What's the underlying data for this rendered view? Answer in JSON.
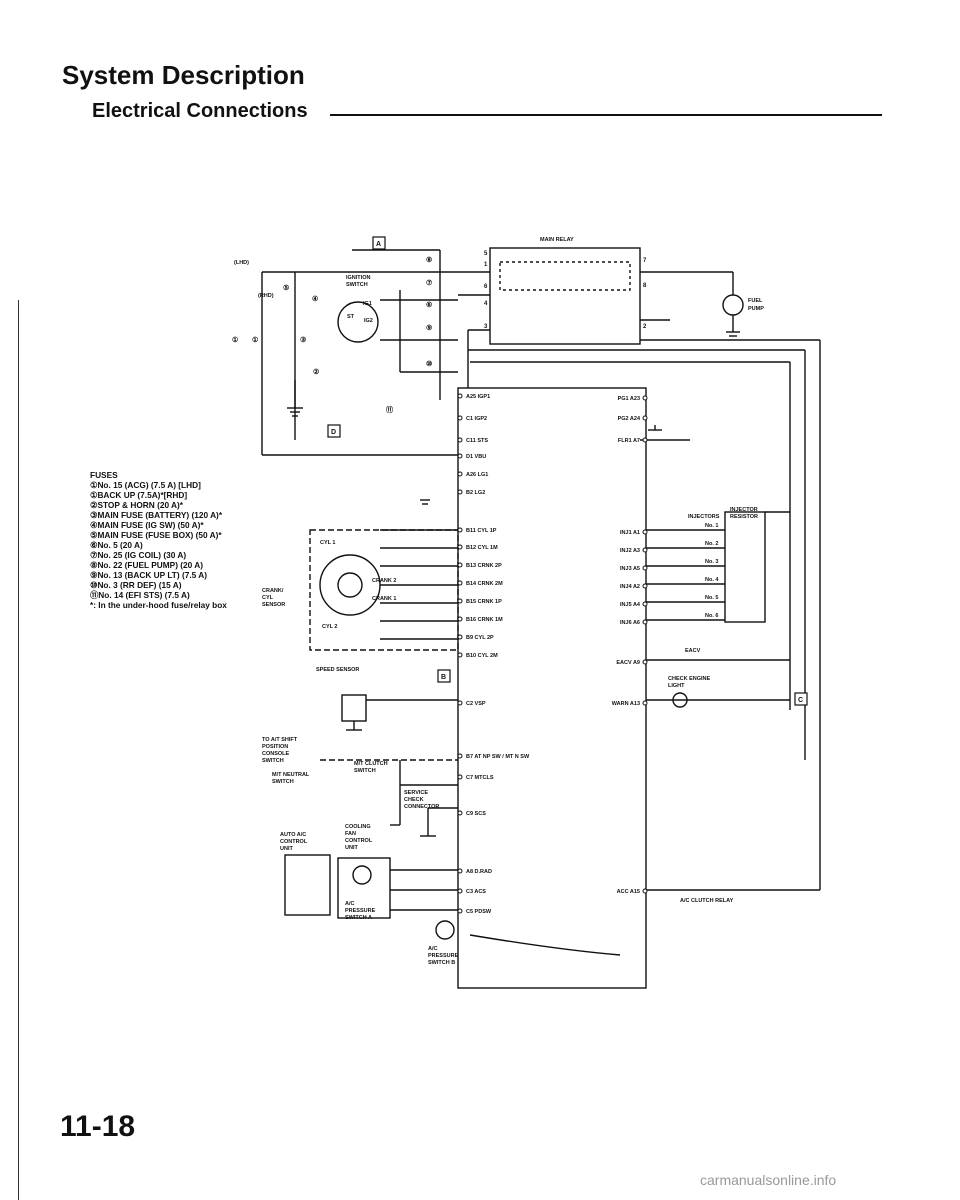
{
  "header": {
    "title": "System Description",
    "subtitle": "Electrical Connections"
  },
  "page_number": "11-18",
  "watermark": "carmanualsonline.info",
  "fuses": {
    "heading": "FUSES",
    "items": [
      "①No. 15 (ACG) (7.5 A) [LHD]",
      "①BACK UP (7.5A)*[RHD]",
      "②STOP & HORN (20 A)*",
      "③MAIN FUSE (BATTERY) (120 A)*",
      "④MAIN FUSE (IG SW) (50 A)*",
      "⑤MAIN FUSE (FUSE BOX) (50 A)*",
      "⑥No. 5 (20 A)",
      "⑦No. 25 (IG COIL) (30 A)",
      "⑧No. 22 (FUEL PUMP) (20 A)",
      "⑨No. 13 (BACK UP LT) (7.5 A)",
      "⑩No. 3 (RR DEF) (15 A)",
      "⑪No. 14 (EFI STS) (7.5 A)",
      "*: In the under-hood fuse/relay box"
    ]
  },
  "labels": {
    "lhd": "(LHD)",
    "rhd": "(RHD)",
    "ignition_switch": [
      "IGNITION",
      "SWITCH"
    ],
    "ig1": "IG1",
    "ig2": "IG2",
    "st": "ST",
    "main_relay": "MAIN RELAY",
    "fuel_pump": [
      "FUEL",
      "PUMP"
    ],
    "relay_pins": [
      "5",
      "1",
      "6",
      "4",
      "3",
      "7",
      "8",
      "2"
    ],
    "box_a": "A",
    "box_b": "B",
    "box_c": "C",
    "box_d": "D",
    "fuse_nums": [
      "⑧",
      "⑦",
      "⑥",
      "④",
      "⑤",
      "⑨",
      "③",
      "②",
      "①",
      "①",
      "⑩",
      "⑪"
    ],
    "cyl1": "CYL 1",
    "cyl2": "CYL 2",
    "crank1": "CRANK 1",
    "crank2": "CRANK 2",
    "crank_sensor": [
      "CRANK/",
      "CYL",
      "SENSOR"
    ],
    "injectors": "INJECTORS",
    "injector_resistor": [
      "INJECTOR",
      "RESISTOR"
    ],
    "inj_nos": [
      "No. 1",
      "No. 2",
      "No. 3",
      "No. 4",
      "No. 5",
      "No. 6"
    ],
    "eacv": "EACV",
    "check_engine": [
      "CHECK ENGINE",
      "LIGHT"
    ],
    "speed_sensor": "SPEED SENSOR",
    "at_shift": [
      "TO A/T SHIFT",
      "POSITION",
      "CONSOLE",
      "SWITCH"
    ],
    "mt_clutch": [
      "M/T CLUTCH",
      "SWITCH"
    ],
    "mt_neutral": [
      "M/T NEUTRAL",
      "SWITCH"
    ],
    "service_check": [
      "SERVICE",
      "CHECK",
      "CONNECTOR"
    ],
    "cooling_fan": [
      "COOLING",
      "FAN",
      "CONTROL",
      "UNIT"
    ],
    "auto_ac": [
      "AUTO A/C",
      "CONTROL",
      "UNIT"
    ],
    "ac_pressure_a": [
      "A/C",
      "PRESSURE",
      "SWITCH A"
    ],
    "ac_pressure_b": [
      "A/C",
      "PRESSURE",
      "SWITCH B"
    ],
    "ac_clutch_relay": "A/C CLUTCH RELAY"
  },
  "ecu_left_pins": [
    "A25 IGP1",
    "C1 IGP2",
    "C11 STS",
    "D1 VBU",
    "A26 LG1",
    "B2 LG2",
    "B11 CYL 1P",
    "B12 CYL 1M",
    "B13 CRNK 2P",
    "B14 CRNK 2M",
    "B15 CRNK 1P",
    "B16 CRNK 1M",
    "B9 CYL 2P",
    "B10 CYL 2M",
    "C2 VSP",
    "B7 AT NP SW / MT N SW",
    "C7 MTCLS",
    "C9 SCS",
    "A8 D.RAD",
    "C3 ACS",
    "C5 PDSW"
  ],
  "ecu_right_pins": [
    "PG1 A23",
    "PG2 A24",
    "FLR1 A7",
    "INJ1 A1",
    "INJ2 A3",
    "INJ3 A5",
    "INJ4 A2",
    "INJ5 A4",
    "INJ6 A6",
    "EACV A9",
    "WARN A13",
    "ACC A15"
  ]
}
